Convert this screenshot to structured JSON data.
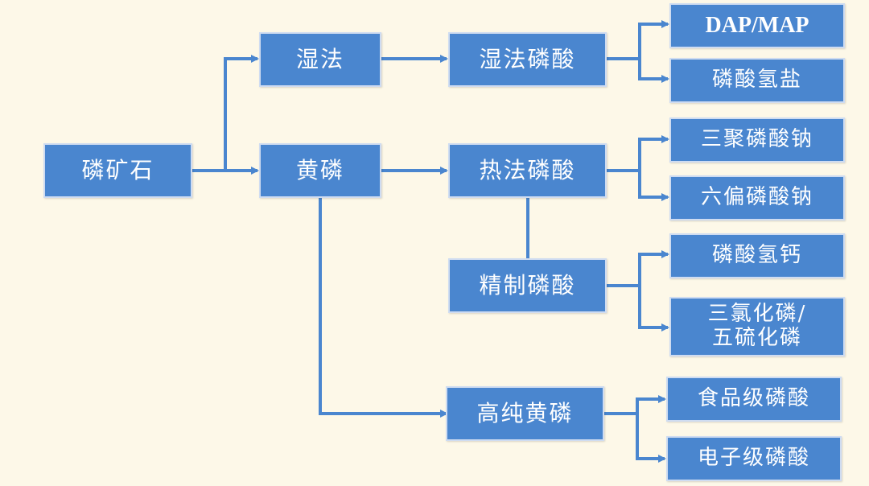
{
  "colors": {
    "background": "#fdf8e8",
    "node_fill": "#4a86cf",
    "node_text": "#ffffff",
    "connector": "#4a86cf"
  },
  "nodes": {
    "phosphate_rock": "磷矿石",
    "wet_process": "湿法",
    "yellow_phosphorus": "黄磷",
    "wet_process_phosphoric_acid": "湿法磷酸",
    "thermal_phosphoric_acid": "热法磷酸",
    "refined_phosphoric_acid": "精制磷酸",
    "high_purity_yellow_phosphorus": "高纯黄磷",
    "dap_map": "DAP/MAP",
    "hydrogen_phosphate_salt": "磷酸氢盐",
    "sodium_tripolyphosphate": "三聚磷酸钠",
    "sodium_hexametaphosphate": "六偏磷酸钠",
    "calcium_hydrogen_phosphate": "磷酸氢钙",
    "phosphorus_trichloride_pentasulfide": "三氯化磷/\n五硫化磷",
    "food_grade_phosphoric_acid": "食品级磷酸",
    "electronic_grade_phosphoric_acid": "电子级磷酸"
  }
}
